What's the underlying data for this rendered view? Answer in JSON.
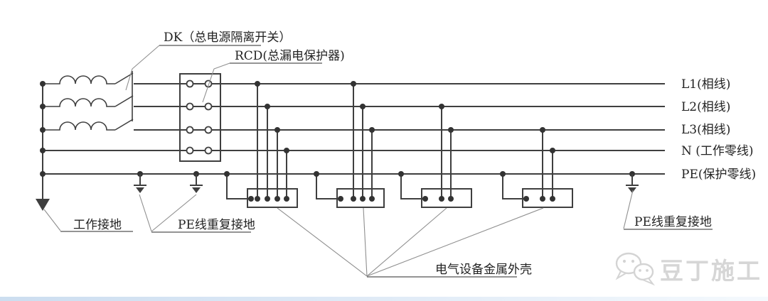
{
  "page": {
    "background": "#ffffff"
  },
  "diagram": {
    "type": "electrical-schematic",
    "system": "three-phase five-wire distribution with DK switch and RCD",
    "component_labels": {
      "dk": "DK（总电源隔离开关）",
      "rcd": "RCD(总漏电保护器)",
      "working_ground": "工作接地",
      "pe_repeat_left": "PE线重复接地",
      "pe_repeat_right": "PE线重复接地",
      "equipment": "电气设备金属外壳"
    },
    "line_labels": [
      "L1(相线)",
      "L2(相线)",
      "L3(相线)",
      "N (工作零线)",
      "PE(保护零线)"
    ],
    "loads": [
      {
        "name": "load-box-1",
        "connections": [
          "L1",
          "L2",
          "L3",
          "N",
          "PE"
        ]
      },
      {
        "name": "load-box-2",
        "connections": [
          "L1",
          "L2",
          "L3",
          "PE"
        ]
      },
      {
        "name": "load-box-3",
        "connections": [
          "L2",
          "L3",
          "PE"
        ]
      },
      {
        "name": "load-box-4",
        "connections": [
          "L3",
          "N",
          "PE"
        ]
      }
    ],
    "colors": {
      "line": "#3f3f3f",
      "leader": "#8f8f8f",
      "text": "#222222",
      "watermark": "#d6d6d6",
      "accent_bar": "#aac7e6"
    }
  },
  "watermark": {
    "text": "豆丁施工",
    "icon": "chat-bubbles-icon"
  }
}
